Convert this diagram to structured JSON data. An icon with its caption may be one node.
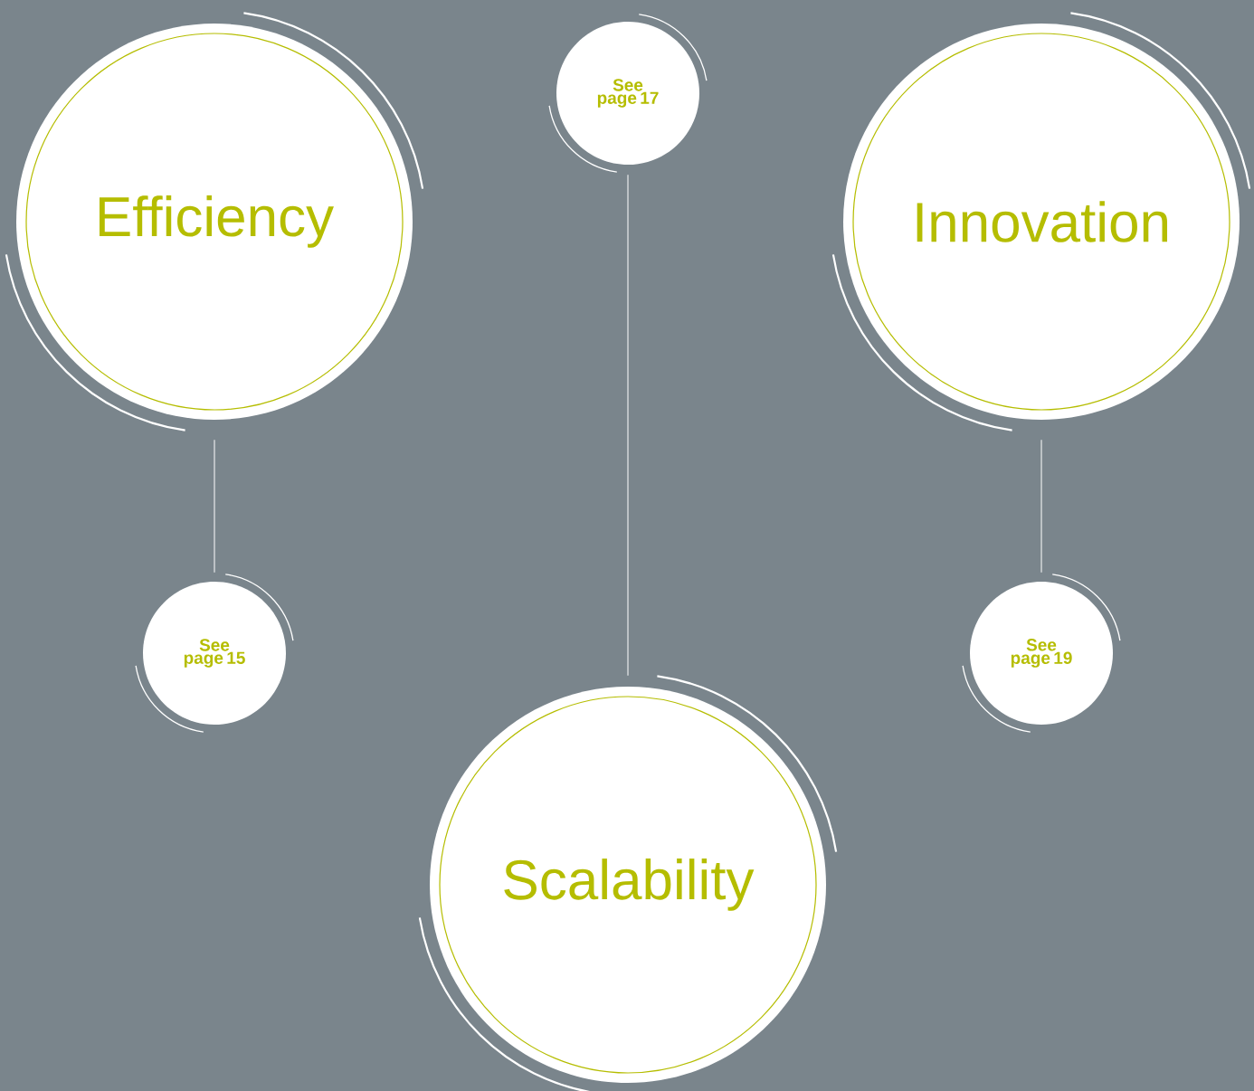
{
  "diagram": {
    "nodes": [
      {
        "text": [
          "Efficiency"
        ]
      },
      {
        "text": [
          "See page 15"
        ]
      },
      {
        "text": [
          "See page 17"
        ]
      },
      {
        "text": [
          "Scalability"
        ]
      },
      {
        "text": [
          "Innovation"
        ]
      },
      {
        "text": [
          "See page 19"
        ]
      }
    ],
    "edges": [
      {
        "from": 0,
        "to": 1,
        "arrow": "none"
      },
      {
        "from": 2,
        "to": 3,
        "arrow": "none"
      },
      {
        "from": 4,
        "to": 5,
        "arrow": "none"
      }
    ]
  }
}
